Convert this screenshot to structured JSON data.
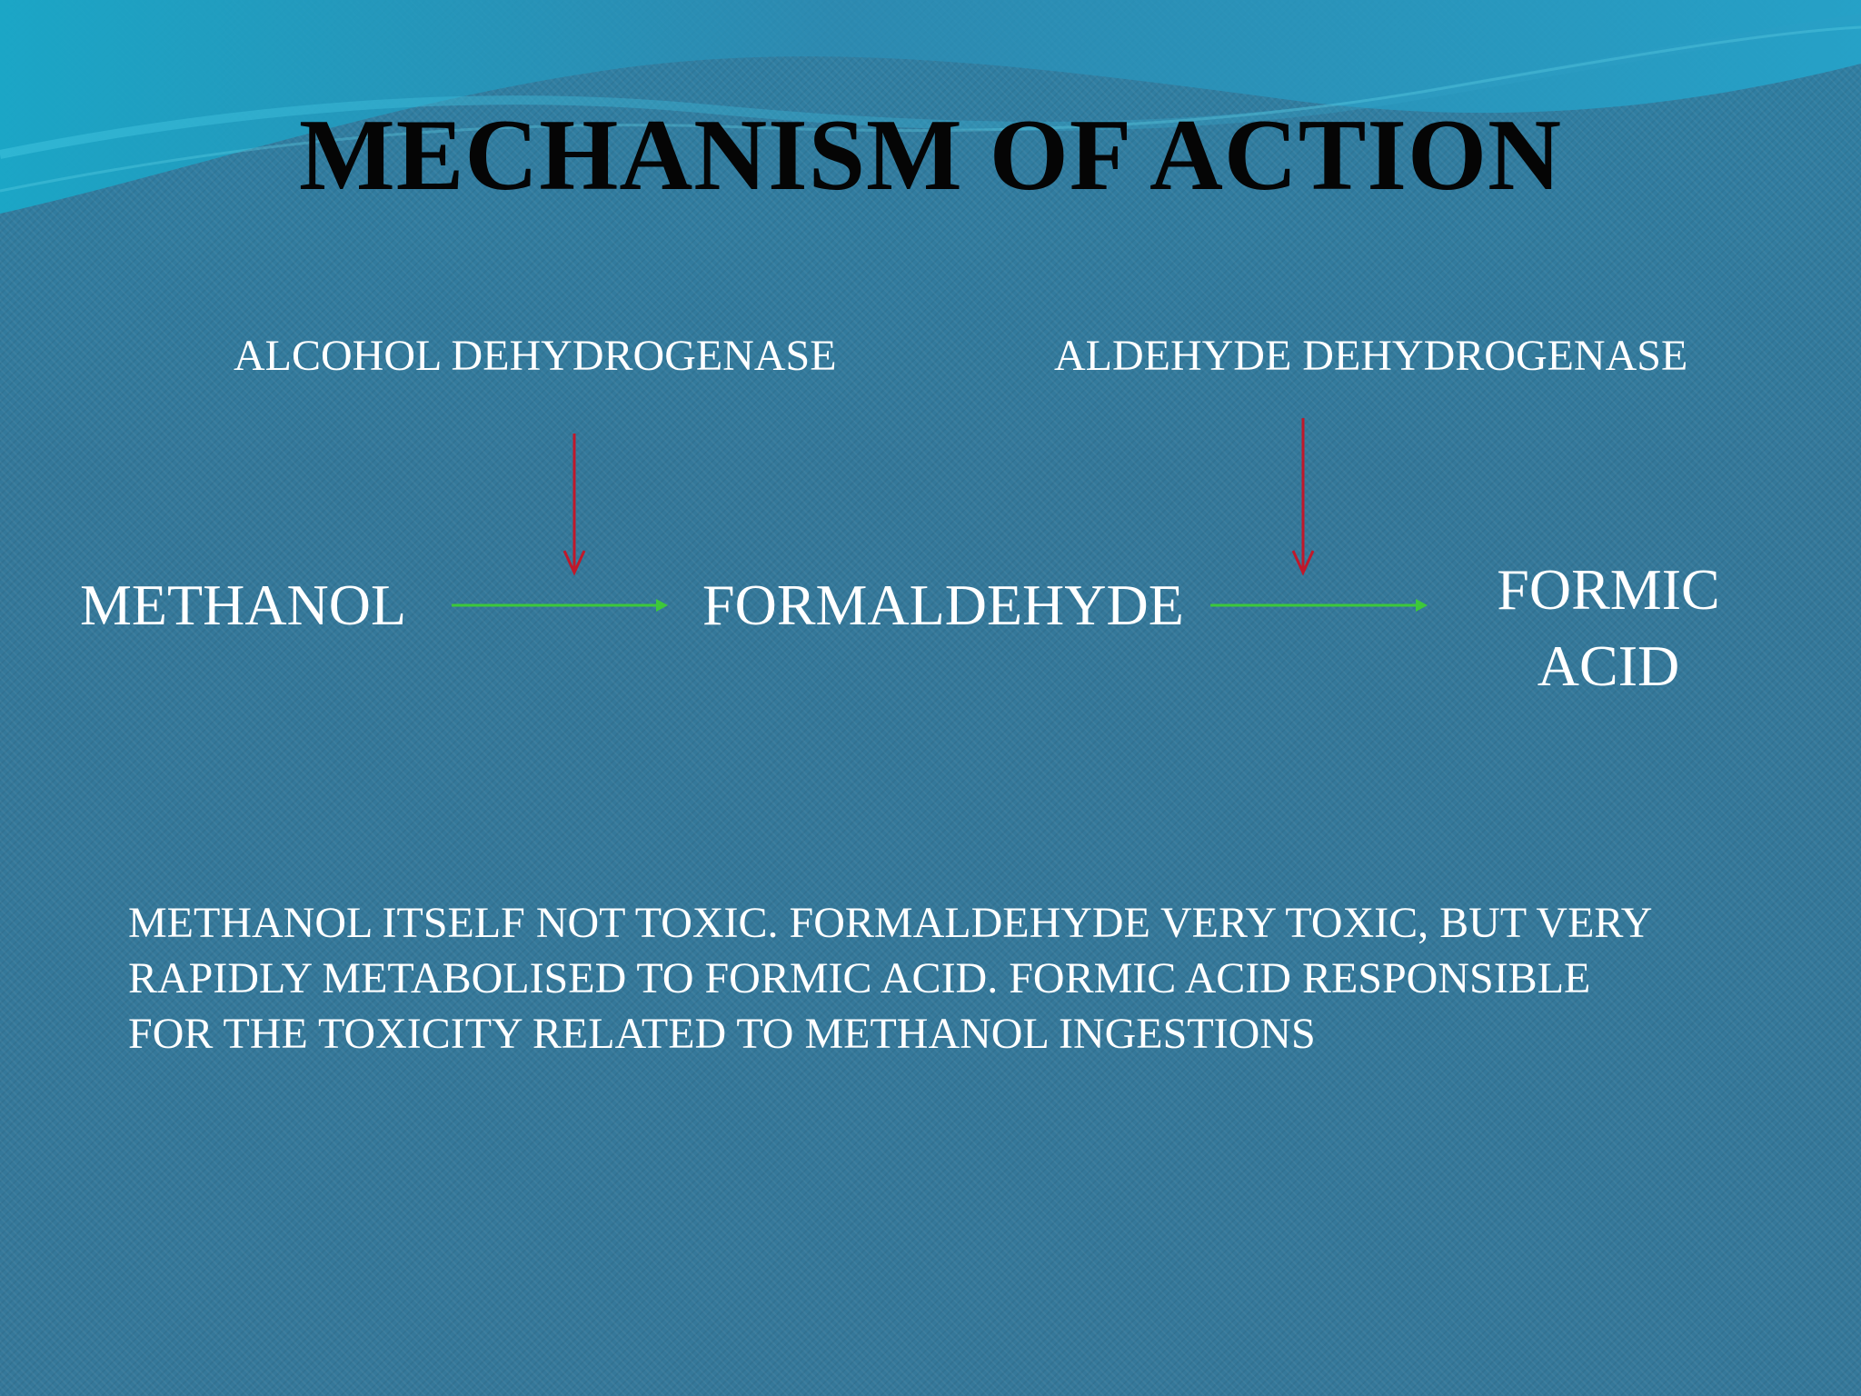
{
  "slide": {
    "title": "MECHANISM OF ACTION",
    "enzymes": {
      "first": "ALCOHOL DEHYDROGENASE",
      "second": "ALDEHYDE DEHYDROGENASE"
    },
    "compounds": {
      "start": "METHANOL",
      "middle": "FORMALDEHYDE",
      "end_line1": "FORMIC",
      "end_line2": "ACID"
    },
    "note": {
      "line1": "METHANOL ITSELF NOT TOXIC.  FORMALDEHYDE VERY TOXIC, BUT VERY",
      "line2": "RAPIDLY METABOLISED TO FORMIC ACID.  FORMIC ACID RESPONSIBLE",
      "line3": "FOR THE TOXICITY RELATED TO METHANOL INGESTIONS"
    }
  },
  "colors": {
    "background": "#34789a",
    "title_text": "#050505",
    "body_text": "#ffffff",
    "enzyme_arrow": "#c0182a",
    "reaction_arrow": "#3dc83a"
  }
}
